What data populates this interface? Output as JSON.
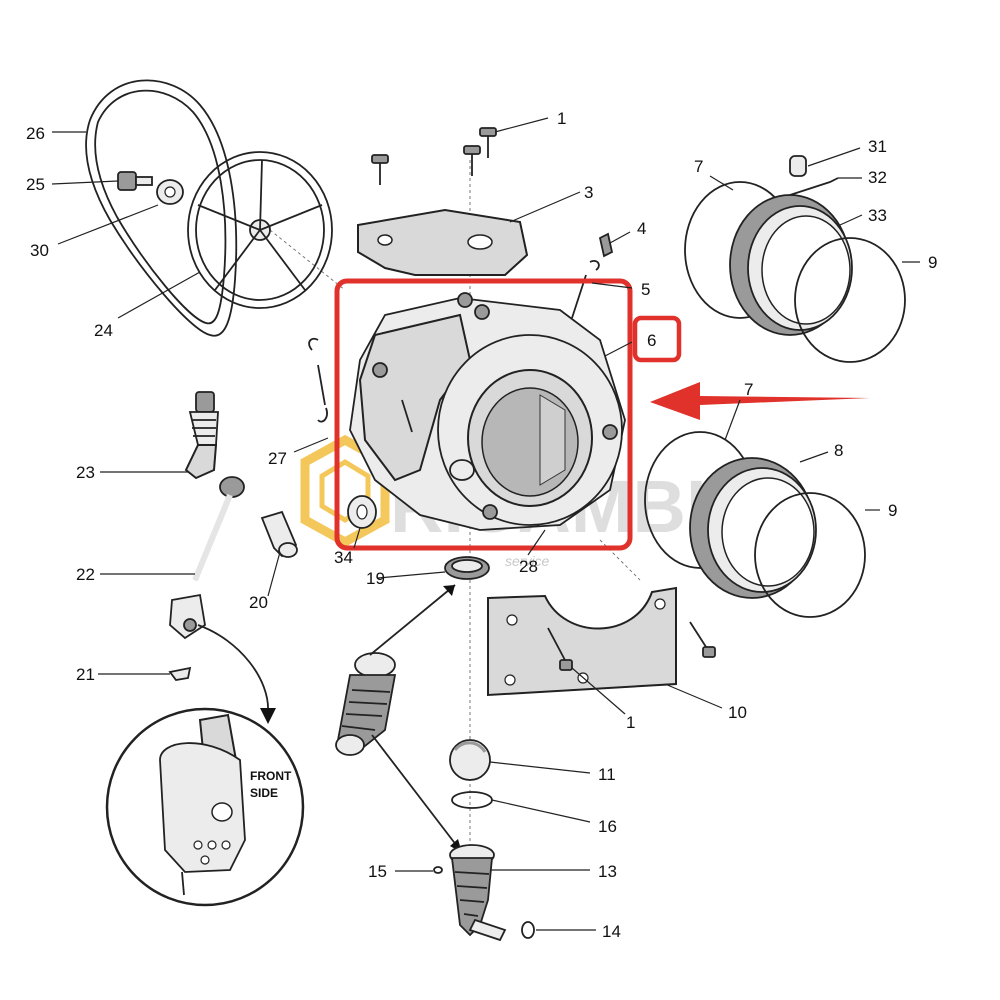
{
  "watermark": {
    "text": "RICAMBI",
    "sub": "service"
  },
  "detail_note": {
    "line1": "FRONT",
    "line2": "SIDE"
  },
  "labels": {
    "p1a": "1",
    "p1b": "1",
    "p3": "3",
    "p4": "4",
    "p5": "5",
    "p6": "6",
    "p7a": "7",
    "p7b": "7",
    "p8": "8",
    "p9a": "9",
    "p9b": "9",
    "p10": "10",
    "p11": "11",
    "p13": "13",
    "p14": "14",
    "p15": "15",
    "p16": "16",
    "p19": "19",
    "p20": "20",
    "p21": "21",
    "p22": "22",
    "p23": "23",
    "p24": "24",
    "p25": "25",
    "p26": "26",
    "p27": "27",
    "p28": "28",
    "p30": "30",
    "p31": "31",
    "p32": "32",
    "p33": "33",
    "p34": "34"
  },
  "colors": {
    "highlight": "#e0312b",
    "arrow": "#e0312b",
    "watermark_logo": "#f3c24a"
  }
}
